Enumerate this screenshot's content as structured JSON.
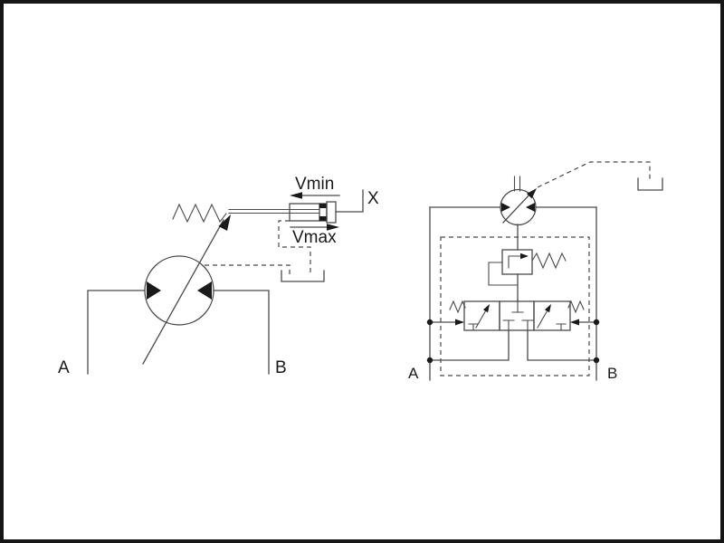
{
  "colors": {
    "line": "#4a4a4a",
    "fill": "#1a1a1a",
    "bg": "#ffffff",
    "frame": "#161616"
  },
  "left_diagram": {
    "component": "variable-displacement-pump-with-stroke-control",
    "labels": {
      "vmin": "Vmin",
      "vmax": "Vmax",
      "pilot_port": "X",
      "port_a": "A",
      "port_b": "B"
    }
  },
  "right_diagram": {
    "component": "variable-motor-with-relief-and-directional-valve-block",
    "labels": {
      "port_a": "A",
      "port_b": "B"
    }
  }
}
